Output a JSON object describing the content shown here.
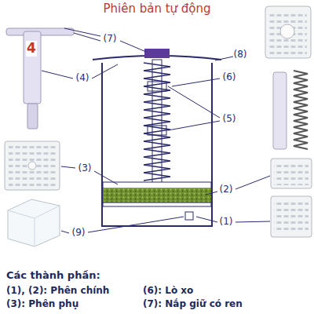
{
  "diagram": {
    "title": "Phiên bản tự động",
    "labels": [
      "(7)",
      "(8)",
      "4",
      "(4)",
      "(6)",
      "(5)",
      "(3)",
      "(2)",
      "(1)",
      "(9)",
      "Các thành phần:",
      "(1), (2): Phên chính",
      "(6): Lò xo",
      "(3): Phên phụ",
      "(7): Nắp giữ có ren"
    ]
  }
}
